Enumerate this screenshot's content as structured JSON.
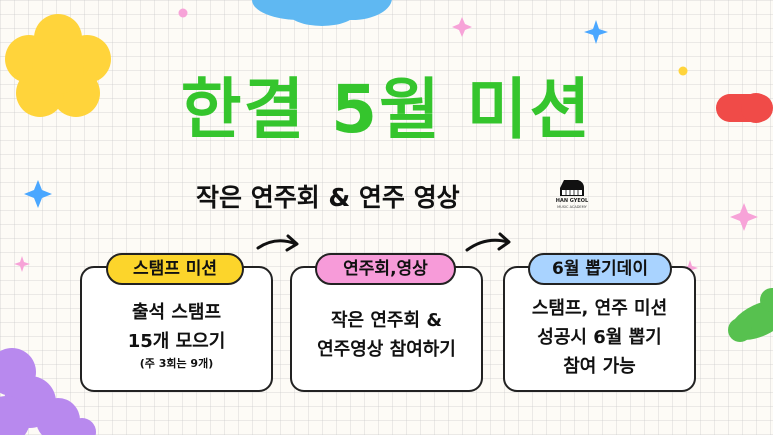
{
  "title": "한결 5월 미션",
  "subtitle": "작은 연주회 & 연주 영상",
  "logo": {
    "line1": "HAN GYEOL",
    "line2": "MUSIC ACADEMY"
  },
  "steps": [
    {
      "label": "스탬프 미션",
      "lines": [
        "출석 스탬프",
        "15개 모으기"
      ],
      "note": "(주 3회는 9개)",
      "color": "#fcd52b"
    },
    {
      "label": "연주회,영상",
      "lines": [
        "작은 연주회 &",
        "연주영상 참여하기"
      ],
      "color": "#f79bd9"
    },
    {
      "label": "6월 뽑기데이",
      "lines": [
        "스탬프, 연주 미션",
        "성공시 6월 뽑기",
        "참여 가능"
      ],
      "color": "#a9d3ff"
    }
  ]
}
